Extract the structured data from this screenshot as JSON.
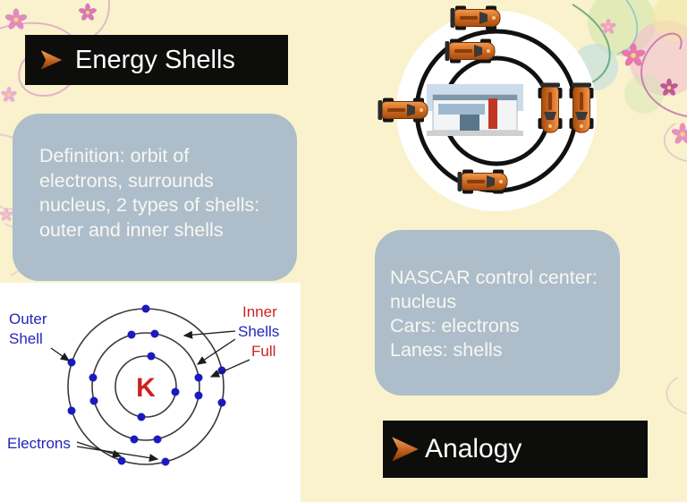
{
  "colors": {
    "slide-bg": "#f9f2cd",
    "banner-bg": "#0d0d0b",
    "banner-text": "#ffffff",
    "box-bg": "#adbeca",
    "box-text": "#f8f7f2",
    "accent-orange": "#c2601d",
    "electron-blue": "#1a1abe",
    "label-blue": "#2424bb",
    "label-red": "#cc2222",
    "track-black": "#111111"
  },
  "banners": {
    "title": "Energy Shells",
    "analogy": "Analogy"
  },
  "definition_box": {
    "text": "Definition: orbit of electrons,  surrounds nucleus, 2 types of shells: outer and inner shells"
  },
  "analogy_box": {
    "lines": [
      "NASCAR control center:",
      "nucleus",
      "Cars: electrons",
      "Lanes: shells"
    ]
  },
  "atom_diagram": {
    "nucleus": "K",
    "outer_label": [
      "Outer",
      "Shell"
    ],
    "inner_label": [
      "Inner",
      "Shells",
      "Full"
    ],
    "electrons_label": "Electrons"
  }
}
